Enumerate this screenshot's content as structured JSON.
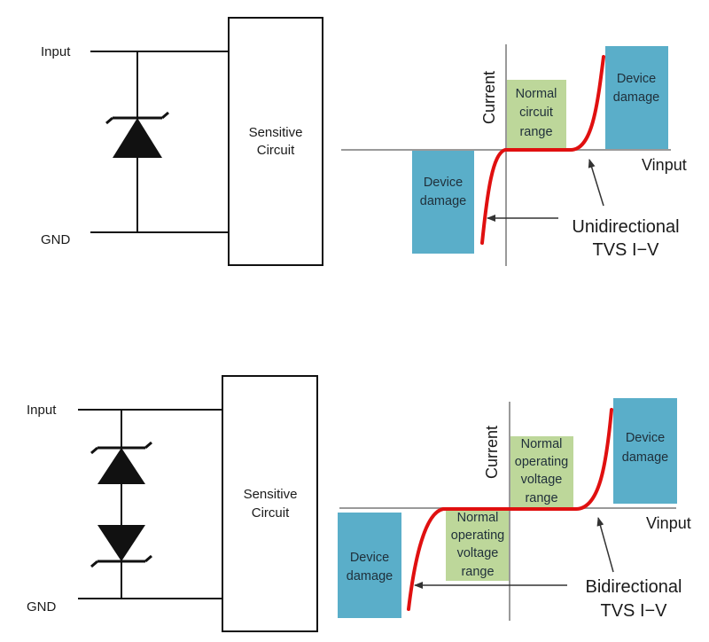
{
  "colors": {
    "wire": "#111111",
    "curve": "#e01010",
    "damage": "#5aaec9",
    "normal": "#bdd79a",
    "axis": "#9a9a9a",
    "arrow": "#333333"
  },
  "top": {
    "input_label": "Input",
    "gnd_label": "GND",
    "box_line1": "Sensitive",
    "box_line2": "Circuit",
    "axis_y_label": "Current",
    "axis_x_label": "Vinput",
    "normal_line1": "Normal",
    "normal_line2": "circuit",
    "normal_line3": "range",
    "damage_left_line1": "Device",
    "damage_left_line2": "damage",
    "damage_right_line1": "Device",
    "damage_right_line2": "damage",
    "callout_line1": "Unidirectional",
    "callout_line2": "TVS I−V"
  },
  "bottom": {
    "input_label": "Input",
    "gnd_label": "GND",
    "box_line1": "Sensitive",
    "box_line2": "Circuit",
    "axis_y_label": "Current",
    "axis_x_label": "Vinput",
    "normal_top_line1": "Normal",
    "normal_top_line2": "operating",
    "normal_top_line3": "voltage",
    "normal_top_line4": "range",
    "normal_bottom_line1": "Normal",
    "normal_bottom_line2": "operating",
    "normal_bottom_line3": "voltage",
    "normal_bottom_line4": "range",
    "damage_left_line1": "Device",
    "damage_left_line2": "damage",
    "damage_right_line1": "Device",
    "damage_right_line2": "damage",
    "callout_line1": "Bidirectional",
    "callout_line2": "TVS I−V"
  }
}
